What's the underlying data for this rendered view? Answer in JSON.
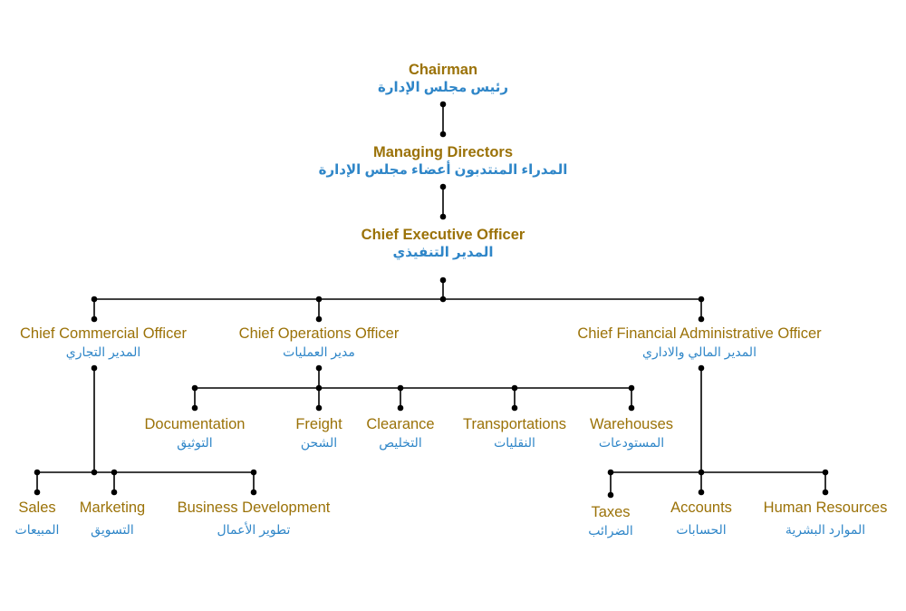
{
  "colors": {
    "english_text": "#9b7208",
    "arabic_text": "#2f86c8",
    "lines": "#000000"
  },
  "nodes": {
    "chairman": {
      "en": "Chairman",
      "ar": "رئيس مجلس الإدارة"
    },
    "managing_directors": {
      "en": "Managing Directors",
      "ar": "المدراء المنتدبون أعضاء مجلس الإدارة"
    },
    "ceo": {
      "en": "Chief Executive Officer",
      "ar": "المدير التنفيذي"
    },
    "cco": {
      "en": "Chief Commercial Officer",
      "ar": "المدير التجاري"
    },
    "coo": {
      "en": "Chief Operations Officer",
      "ar": "مدير العمليات"
    },
    "cfao": {
      "en": "Chief Financial Administrative Officer",
      "ar": "المدير المالي والاداري"
    },
    "documentation": {
      "en": "Documentation",
      "ar": "التوثيق"
    },
    "freight": {
      "en": "Freight",
      "ar": "الشحن"
    },
    "clearance": {
      "en": "Clearance",
      "ar": "التخليص"
    },
    "transportations": {
      "en": "Transportations",
      "ar": "النقليات"
    },
    "warehouses": {
      "en": "Warehouses",
      "ar": "المستودعات"
    },
    "sales": {
      "en": "Sales",
      "ar": "المبيعات"
    },
    "marketing": {
      "en": "Marketing",
      "ar": "التسويق"
    },
    "business_development": {
      "en": "Business Development",
      "ar": "تطوير الأعمال"
    },
    "taxes": {
      "en": "Taxes",
      "ar": "الضرائب"
    },
    "accounts": {
      "en": "Accounts",
      "ar": "الحسابات"
    },
    "human_resources": {
      "en": "Human Resources",
      "ar": "الموارد البشرية"
    }
  }
}
